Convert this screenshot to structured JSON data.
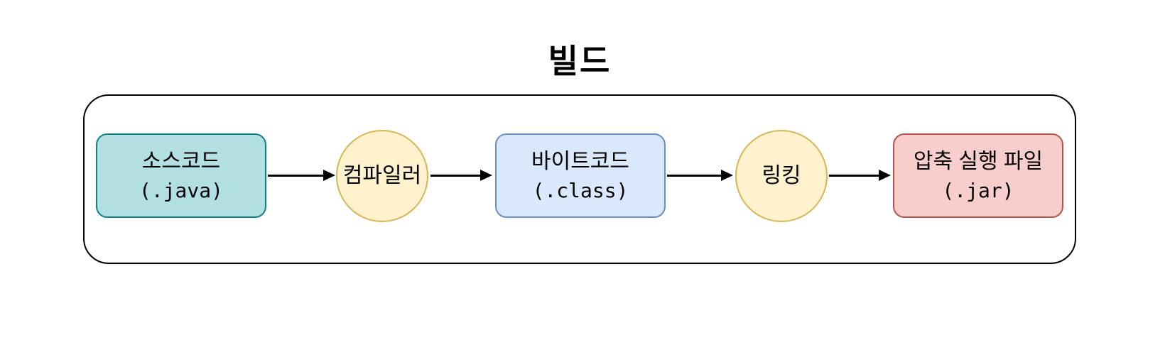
{
  "title": "빌드",
  "canvas": {
    "background": "#ffffff",
    "container_stroke": "#000000",
    "arrow_color": "#000000",
    "text_color": "#000000"
  },
  "diagram": {
    "nodes": [
      {
        "id": "source",
        "shape": "rounded-rect",
        "label": "소스코드",
        "sublabel": "(.java)",
        "fill": "#b2e0e2",
        "stroke": "#0e8088"
      },
      {
        "id": "compiler",
        "shape": "circle",
        "label": "컴파일러",
        "sublabel": "",
        "fill": "#fff2cc",
        "stroke": "#d6b656"
      },
      {
        "id": "bytecode",
        "shape": "rounded-rect",
        "label": "바이트코드",
        "sublabel": "(.class)",
        "fill": "#dae8fc",
        "stroke": "#6c8ebf"
      },
      {
        "id": "linking",
        "shape": "circle",
        "label": "링킹",
        "sublabel": "",
        "fill": "#fff2cc",
        "stroke": "#d6b656"
      },
      {
        "id": "jar",
        "shape": "rounded-rect",
        "label": "압축 실행 파일",
        "sublabel": "(.jar)",
        "fill": "#f8cecc",
        "stroke": "#b85450"
      }
    ],
    "edges": [
      {
        "from": "source",
        "to": "compiler"
      },
      {
        "from": "compiler",
        "to": "bytecode"
      },
      {
        "from": "bytecode",
        "to": "linking"
      },
      {
        "from": "linking",
        "to": "jar"
      }
    ]
  }
}
